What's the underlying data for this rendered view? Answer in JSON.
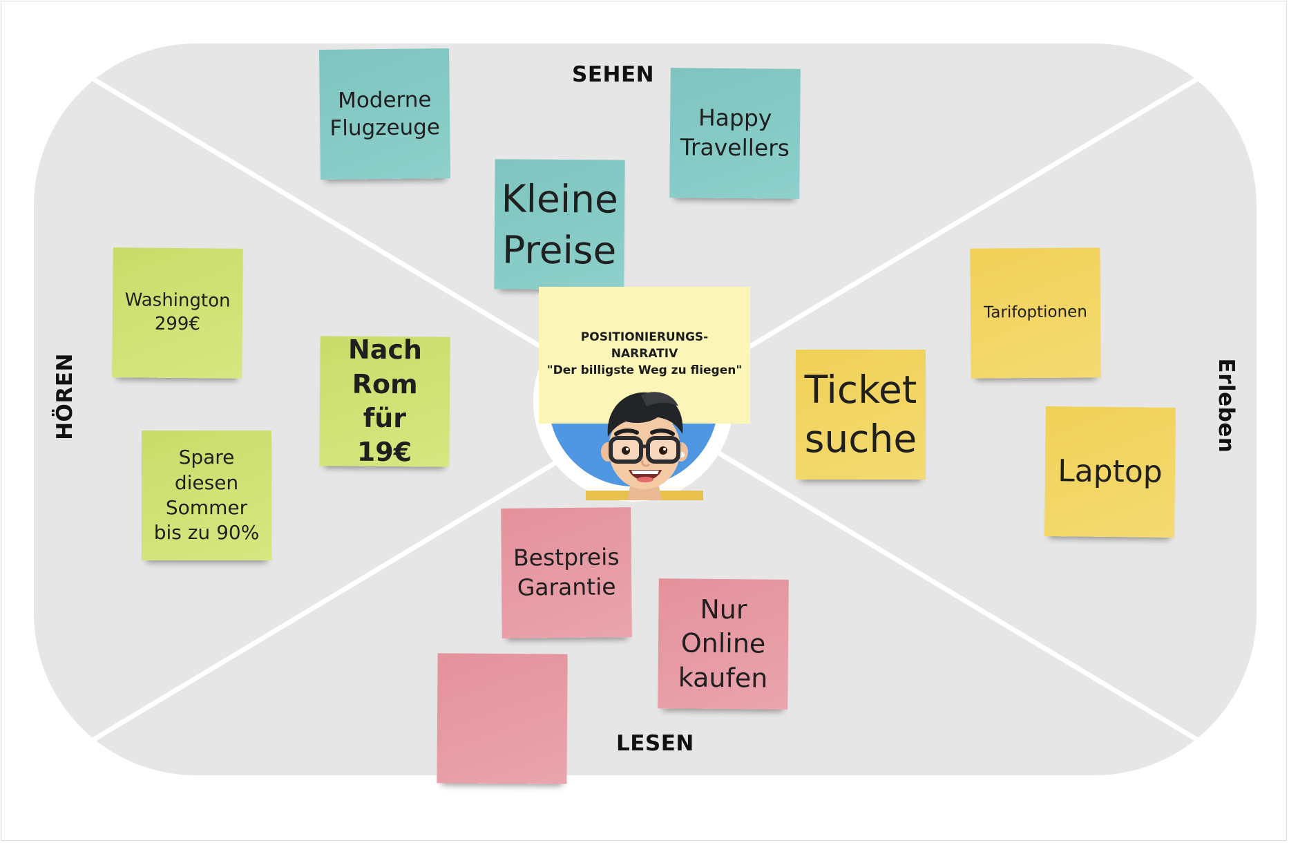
{
  "quadrants": {
    "top": "SEHEN",
    "bottom": "LESEN",
    "left": "HÖREN",
    "right": "Erleben"
  },
  "center": {
    "line1": "POSITIONIERUNGS-",
    "line2": "NARRATIV",
    "line3": "\"Der billigste Weg zu fliegen\""
  },
  "notes": {
    "moderne": "Moderne\nFlugzeuge",
    "happy": "Happy\nTravellers",
    "kleine": "Kleine\nPreise",
    "washington": "Washington\n299€",
    "rom": "Nach\nRom für\n19€",
    "spare": "Spare\ndiesen\nSommer\nbis zu 90%",
    "ticket": "Ticket\nsuche",
    "tarif": "Tarifoptionen",
    "laptop": "Laptop",
    "bestpreis": "Bestpreis\nGarantie",
    "online": "Nur\nOnline\nkaufen",
    "blank": ""
  },
  "colors": {
    "teal": "#86cbc6",
    "lime": "#d1e277",
    "yellow": "#f2d667",
    "pink": "#e79ca6",
    "center": "#fbf6b7",
    "disc": "#4f96e3",
    "board": "#e6e6e6"
  },
  "icons": {
    "avatar": "memoji-avatar-icon"
  }
}
